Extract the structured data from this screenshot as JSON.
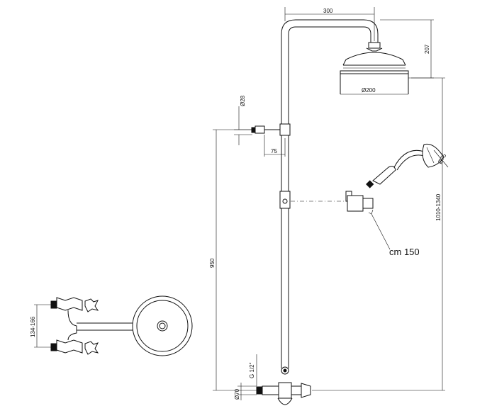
{
  "dimensions": {
    "arm_width": "300",
    "head_height": "207",
    "head_diameter": "Ø200",
    "inlet_diameter": "Ø28",
    "bracket_offset": "75",
    "outlet_height": "950",
    "total_height": "1010-1340",
    "handshower_diameter": "Ø75",
    "hose_length": "cm 150",
    "thread": "G 1/2\"",
    "base_diameter": "Ø70",
    "inlet_spacing": "134-166"
  }
}
